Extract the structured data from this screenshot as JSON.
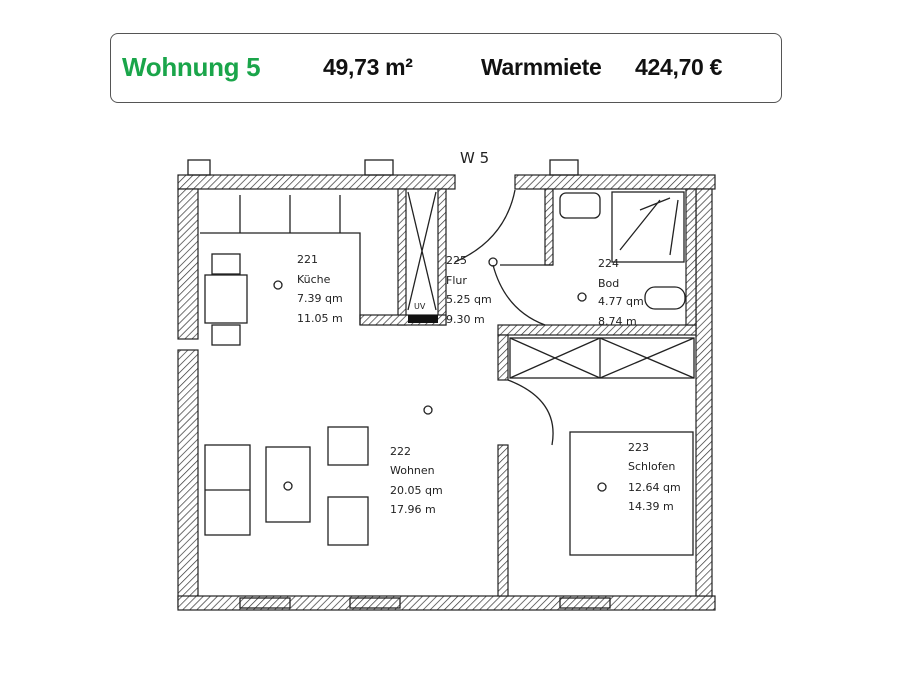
{
  "header": {
    "title": "Wohnung 5",
    "area": "49,73 m²",
    "rent_label": "Warmmiete",
    "rent_value": "424,70 €"
  },
  "plan": {
    "unit_label": "W 5",
    "distribution_label": "UV",
    "rooms": [
      {
        "number": "221",
        "name": "Küche",
        "area": "7.39 qm",
        "perimeter": "11.05 m"
      },
      {
        "number": "225",
        "name": "Flur",
        "area": "5.25 qm",
        "perimeter": "9.30 m"
      },
      {
        "number": "224",
        "name": "Bod",
        "area": "4.77 qm",
        "perimeter": "8.74 m"
      },
      {
        "number": "222",
        "name": "Wohnen",
        "area": "20.05 qm",
        "perimeter": "17.96 m"
      },
      {
        "number": "223",
        "name": "Schlofen",
        "area": "12.64 qm",
        "perimeter": "14.39 m"
      }
    ],
    "accent_color": "#1aa54a"
  }
}
